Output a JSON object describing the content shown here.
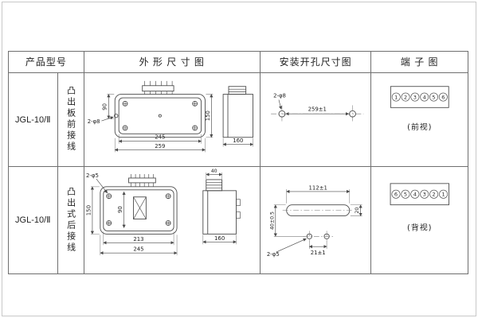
{
  "header": {
    "col_model": "产品型号",
    "col_outline": "外 形 尺 寸 图",
    "col_install": "安装开孔尺寸图",
    "col_terminal": "端 子 图"
  },
  "row1": {
    "model": "JGL-10/Ⅱ",
    "wiring": "凸出板前接线",
    "outline": {
      "dim_top": "90",
      "hole": "2-φ8",
      "width_inner": "245",
      "width_outer": "259",
      "height": "150",
      "depth": "160"
    },
    "install": {
      "hole": "2-φ8",
      "span": "259±1"
    },
    "terminal": {
      "numbers": [
        "1",
        "2",
        "3",
        "4",
        "5",
        "6"
      ],
      "view": "(前视)"
    }
  },
  "row2": {
    "model": "JGL-10/Ⅱ",
    "wiring": "凸出式后接线",
    "outline": {
      "height": "150",
      "inner_height": "90",
      "hole": "2-φ5",
      "width_inner": "213",
      "width_outer": "245",
      "top_width": "40",
      "depth": "160"
    },
    "install": {
      "slot_width": "112±1",
      "height": "40±0.5",
      "slot_height": "20",
      "hole_span": "21±1",
      "hole": "2-φ5"
    },
    "terminal": {
      "numbers": [
        "6",
        "5",
        "4",
        "3",
        "2",
        "1"
      ],
      "view": "(背视)"
    }
  }
}
